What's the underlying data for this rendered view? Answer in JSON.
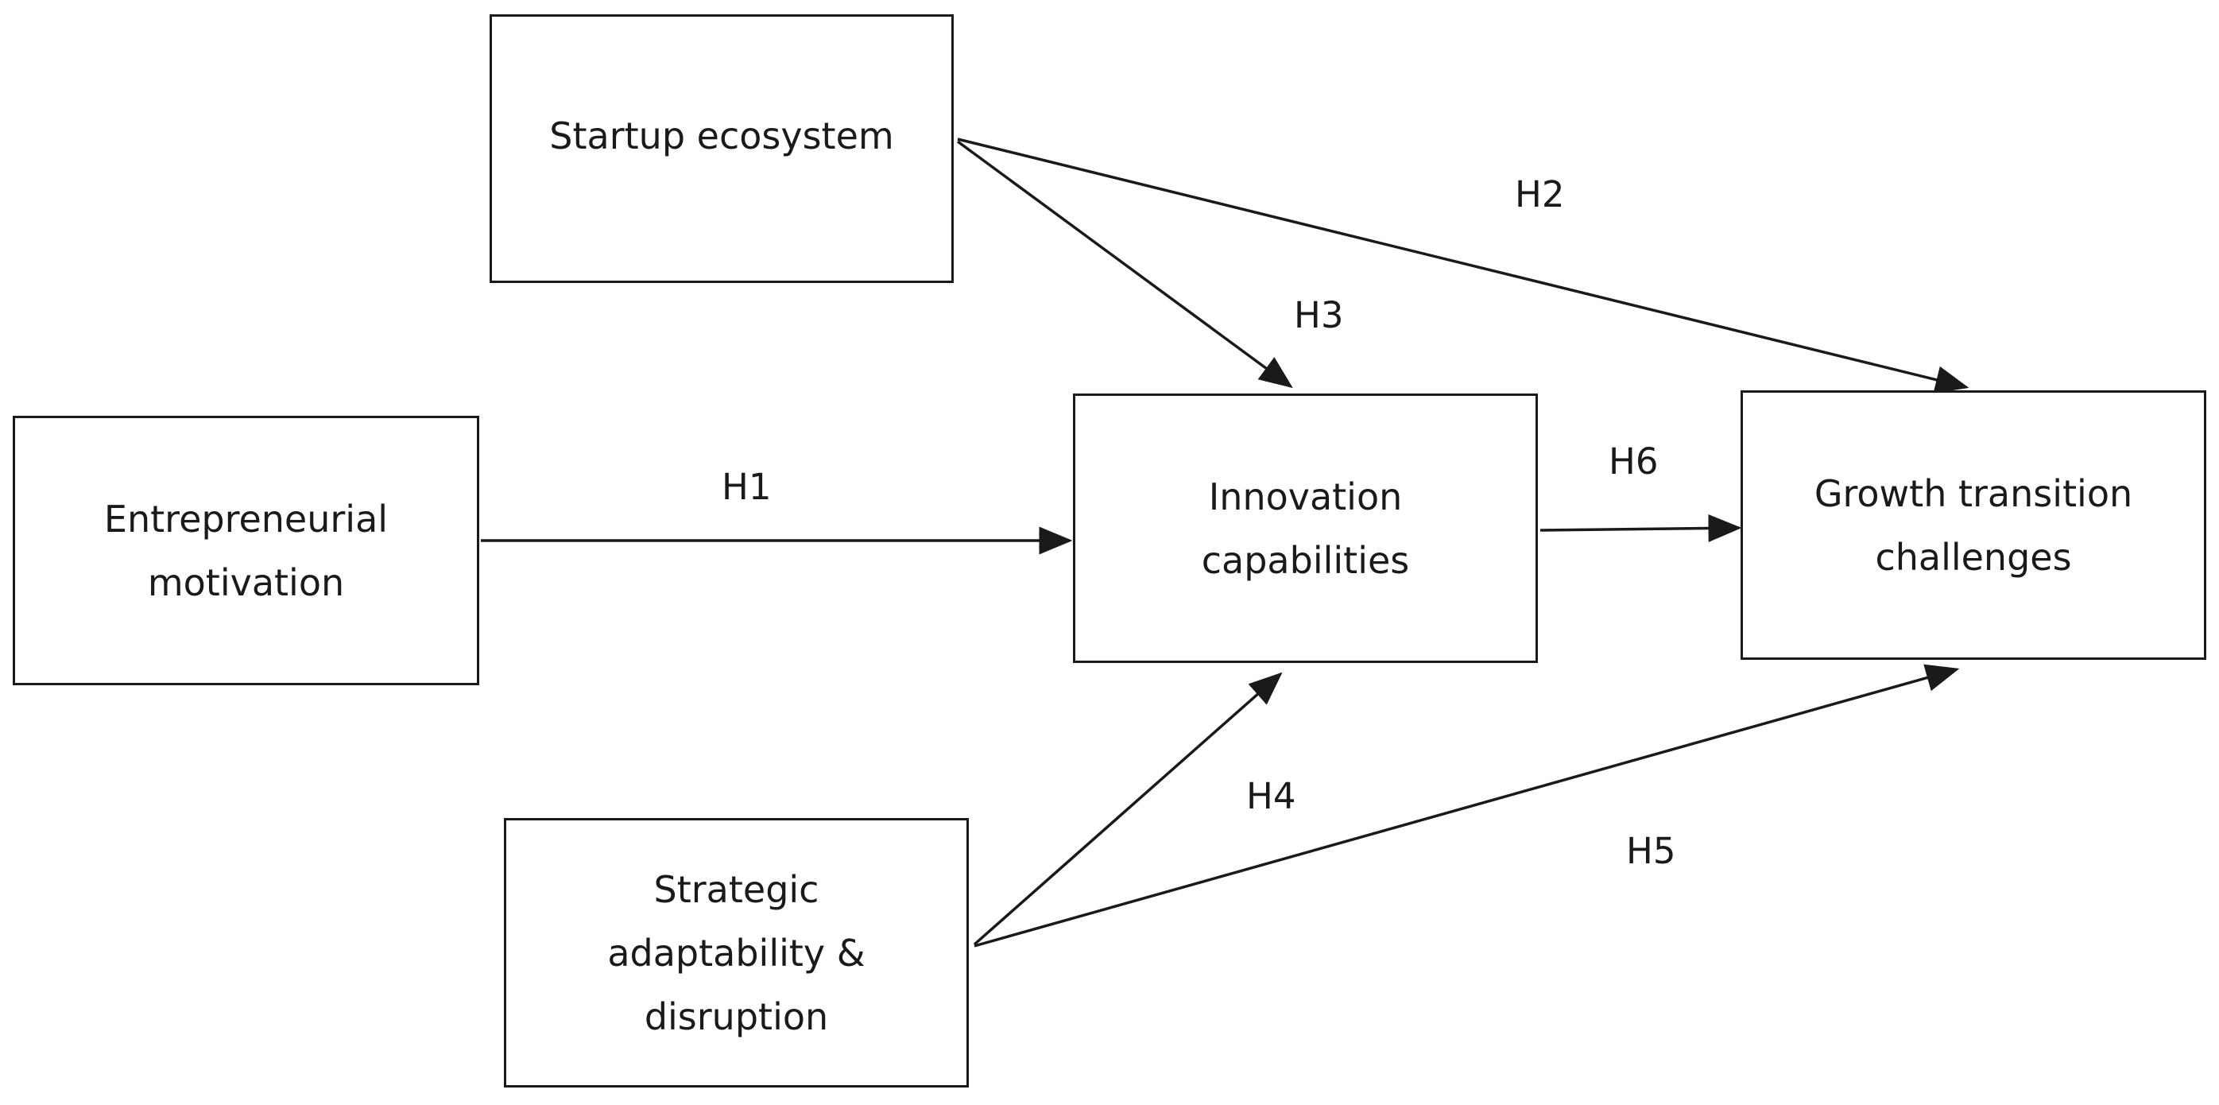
{
  "nodes": {
    "startup": "Startup ecosystem",
    "entrepreneurial": "Entrepreneurial\nmotivation",
    "innovation": "Innovation\ncapabilities",
    "growth": "Growth transition\nchallenges",
    "strategic": "Strategic\nadaptability &\ndisruption"
  },
  "edges": {
    "h1": "H1",
    "h2": "H2",
    "h3": "H3",
    "h4": "H4",
    "h5": "H5",
    "h6": "H6"
  },
  "colors": {
    "stroke": "#1a1a1a",
    "background": "#ffffff"
  }
}
